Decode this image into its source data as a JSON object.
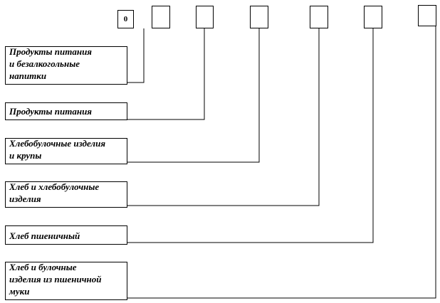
{
  "code_boxes": [
    "0",
    "",
    "",
    "",
    "",
    "",
    ""
  ],
  "labels": [
    {
      "lines": [
        "Продукты питания",
        "и безалкогольные",
        "напитки"
      ]
    },
    {
      "lines": [
        "Продукты питания"
      ]
    },
    {
      "lines": [
        "Хлебобулочные изделия",
        "и крупы"
      ]
    },
    {
      "lines": [
        "Хлеб и хлебобулочные",
        "изделия"
      ]
    },
    {
      "lines": [
        "Хлеб пшеничный"
      ]
    },
    {
      "lines": [
        "Хлеб и булочные",
        "изделия из пшеничной",
        "муки"
      ]
    }
  ]
}
